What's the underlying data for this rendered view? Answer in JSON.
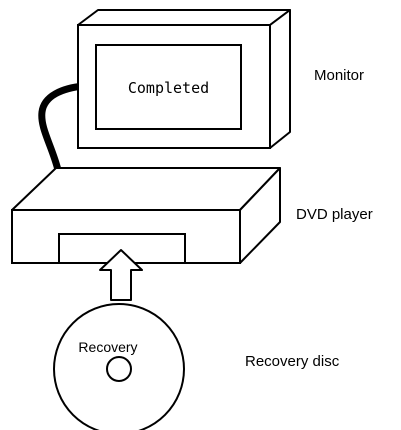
{
  "monitor": {
    "screen_text": "Completed",
    "label": "Monitor"
  },
  "dvd_player": {
    "label": "DVD player"
  },
  "disc": {
    "text": "Recovery",
    "label": "Recovery disc"
  }
}
